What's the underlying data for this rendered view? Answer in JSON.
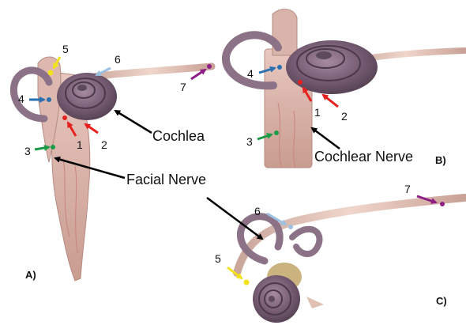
{
  "colors": {
    "marker_1": "#e5211f",
    "marker_2": "#e5211f",
    "marker_3": "#1a9b48",
    "marker_4": "#2a6fb0",
    "marker_5": "#f2e21c",
    "marker_6": "#9dc0e0",
    "marker_7": "#8e1f86",
    "pointer": "#000000",
    "cochlea": "#7a6278",
    "nerve": "#e6c9bd"
  },
  "labels": {
    "cochlea": "Cochlea",
    "facial_nerve": "Facial Nerve",
    "cochlear_nerve": "Cochlear Nerve"
  },
  "panels": {
    "a": "A)",
    "b": "B)",
    "c": "C)"
  },
  "markers": {
    "m1": "1",
    "m2": "2",
    "m3": "3",
    "m4": "4",
    "m5": "5",
    "m6": "6",
    "m7": "7"
  }
}
